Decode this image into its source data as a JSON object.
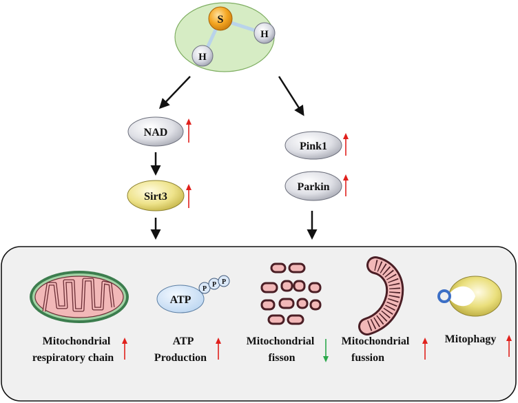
{
  "molecule": {
    "sulfur": "S",
    "hydrogen_left": "H",
    "hydrogen_right": "H"
  },
  "nodes": {
    "nad": "NAD",
    "sirt3": "Sirt3",
    "pink1": "Pink1",
    "parkin": "Parkin"
  },
  "outcomes": {
    "respiratory_line1": "Mitochondrial",
    "respiratory_line2": "respiratory chain",
    "atp_line1": "ATP",
    "atp_line2": "Production",
    "fission_line1": "Mitochondrial",
    "fission_line2": "fisson",
    "fusion_line1": "Mitochondrial",
    "fusion_line2": "fussion",
    "mitophagy": "Mitophagy"
  },
  "atp_icon": {
    "label": "ATP",
    "phosphate": "P"
  },
  "colors": {
    "up_arrow": "#e0201c",
    "down_arrow": "#2aa84a",
    "molecule_bg": "#d6ecc4",
    "sulfur": "#f2a51f",
    "sirt3": "#ede48a",
    "mito_pink": "#f2b8b8",
    "mito_green": "#3c7d4e"
  }
}
